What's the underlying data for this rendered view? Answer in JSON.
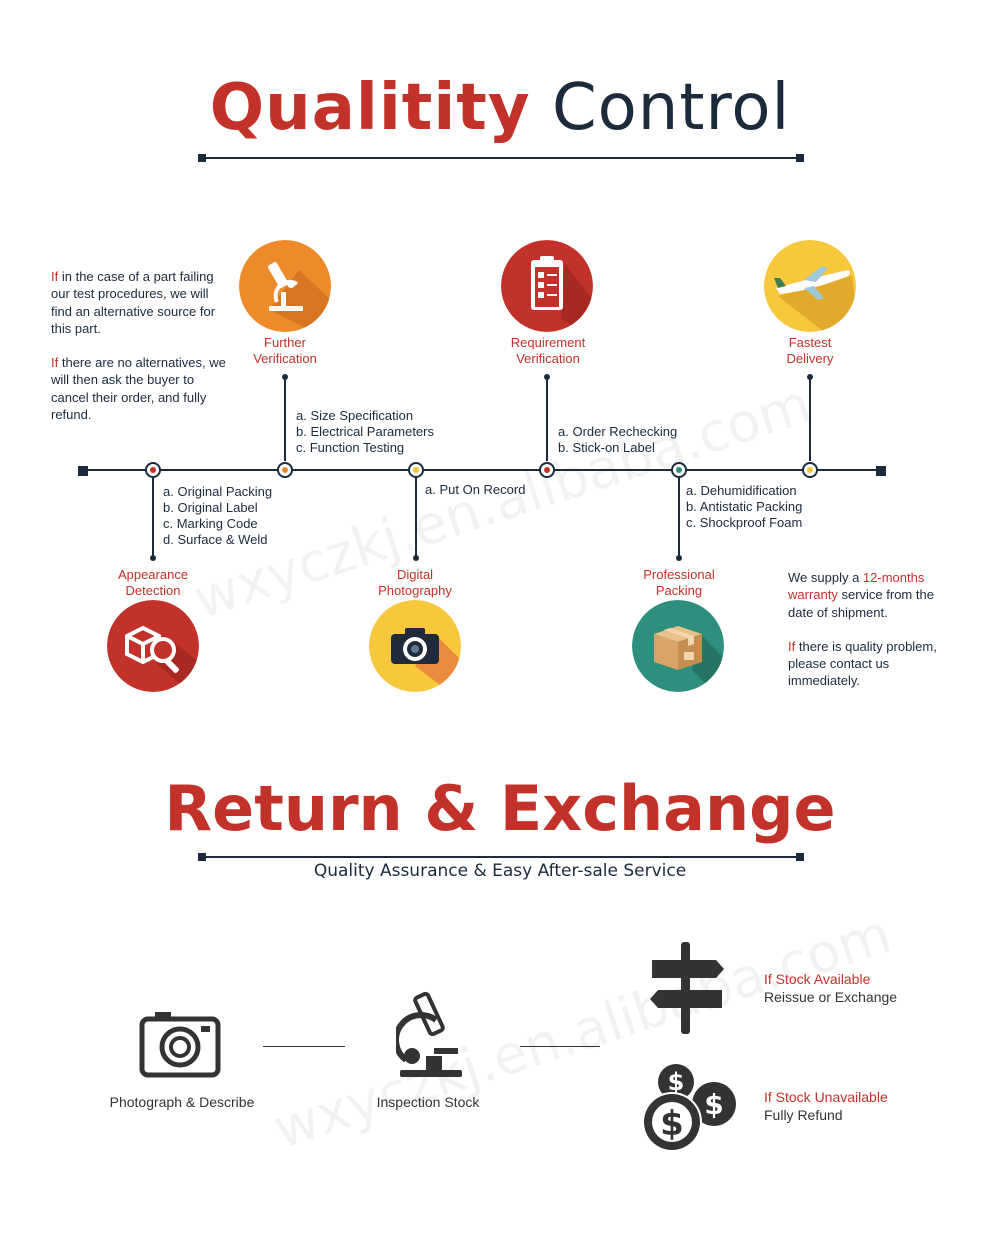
{
  "quality": {
    "title_red": "Qualitity",
    "title_dark": "Control"
  },
  "left_note": {
    "p1_if": "If",
    "p1_rest": " in the case of a part failing our test procedures, we will find an alternative source for this part.",
    "p2_if": "If",
    "p2_rest": " there are no alternatives, we will then ask the buyer to cancel their order,  and fully refund."
  },
  "steps": {
    "appearance": {
      "label": [
        "Appearance",
        "Detection"
      ],
      "items": [
        "a. Original Packing",
        "b. Original Label",
        "c. Marking Code",
        "d. Surface & Weld"
      ]
    },
    "further": {
      "label": [
        "Further",
        "Verification"
      ],
      "items": [
        "a. Size Specification",
        "b. Electrical Parameters",
        "c. Function Testing"
      ]
    },
    "digital": {
      "label": [
        "Digital",
        "Photography"
      ],
      "items": [
        "a. Put On Record"
      ]
    },
    "requirement": {
      "label": [
        "Requirement",
        "Verification"
      ],
      "items": [
        "a. Order Rechecking",
        "b. Stick-on Label"
      ]
    },
    "packing": {
      "label": [
        "Professional",
        "Packing"
      ],
      "items": [
        "a. Dehumidification",
        "b. Antistatic Packing",
        "c. Shockproof Foam"
      ]
    },
    "delivery": {
      "label": [
        "Fastest",
        "Delivery"
      ]
    }
  },
  "right_note": {
    "p1_a": "We supply a ",
    "p1_red": "12-months warranty",
    "p1_b": " service from the date of shipment.",
    "p2_if": "If",
    "p2_rest": " there is quality problem, please contact us immediately."
  },
  "return": {
    "title": "Return & Exchange",
    "subtitle": "Quality Assurance & Easy After-sale Service",
    "step1": "Photograph & Describe",
    "step2": "Inspection Stock",
    "opt1_title": "If Stock Available",
    "opt1_sub": "Reissue or Exchange",
    "opt2_title": "If Stock Unavailable",
    "opt2_sub": "Fully Refund"
  },
  "watermark": "wxyczkj.en.alibaba.com",
  "icons": [
    "microscope-icon",
    "clipboard-icon",
    "airplane-icon",
    "magnify-box-icon",
    "camera-icon",
    "package-icon",
    "signpost-icon",
    "coins-icon"
  ],
  "colors": {
    "red": "#c3322a",
    "orange": "#ef8a2a",
    "yellow": "#f7c73c",
    "teal": "#2f8f7e",
    "navy": "#1c2b3c"
  }
}
